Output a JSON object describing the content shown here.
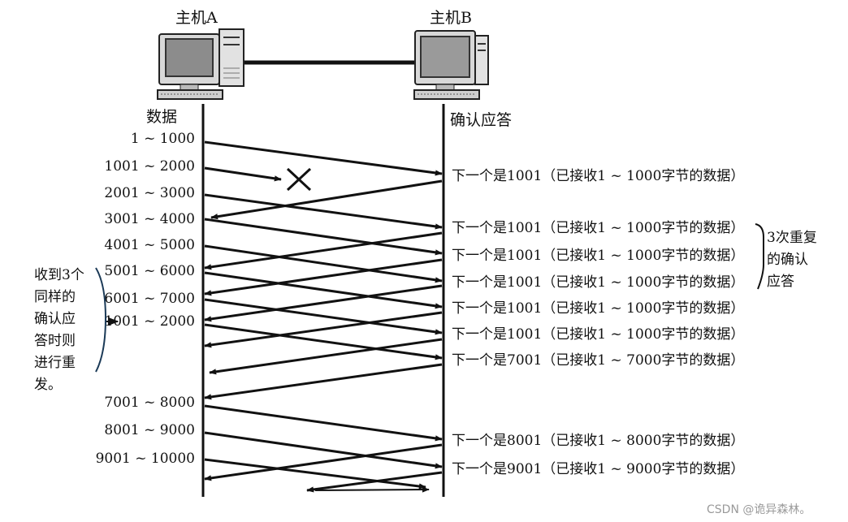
{
  "hosts": {
    "a": {
      "name": "主机A",
      "column_label": "数据"
    },
    "b": {
      "name": "主机B",
      "column_label": "确认应答"
    }
  },
  "segments": [
    {
      "text": "1 ~ 1000",
      "lost": false
    },
    {
      "text": "1001 ~ 2000",
      "lost": true
    },
    {
      "text": "2001 ~ 3000",
      "lost": false
    },
    {
      "text": "3001 ~ 4000",
      "lost": false
    },
    {
      "text": "4001 ~ 5000",
      "lost": false
    },
    {
      "text": "5001 ~ 6000",
      "lost": false
    },
    {
      "text": "6001 ~ 7000",
      "lost": false
    },
    {
      "text": "1001 ~ 2000",
      "lost": false,
      "retransmit": true
    },
    {
      "text": "7001 ~ 8000",
      "lost": false
    },
    {
      "text": "8001 ~ 9000",
      "lost": false
    },
    {
      "text": "9001 ~ 10000",
      "lost": false
    }
  ],
  "acks": [
    "下一个是1001（已接收1 ~ 1000字节的数据）",
    "下一个是1001（已接收1 ~ 1000字节的数据）",
    "下一个是1001（已接收1 ~ 1000字节的数据）",
    "下一个是1001（已接收1 ~ 1000字节的数据）",
    "下一个是1001（已接收1 ~ 1000字节的数据）",
    "下一个是1001（已接收1 ~ 1000字节的数据）",
    "下一个是7001（已接收1 ~ 7000字节的数据）",
    "下一个是8001（已接收1 ~ 8000字节的数据）",
    "下一个是9001（已接收1 ~ 9000字节的数据）"
  ],
  "notes": {
    "dup_ack": [
      "3次重复",
      "的确认",
      "应答"
    ],
    "resend": [
      "收到3个",
      "同样的",
      "确认应",
      "答时则",
      "进行重",
      "发。"
    ]
  },
  "watermark": "CSDN @诡异森林。"
}
